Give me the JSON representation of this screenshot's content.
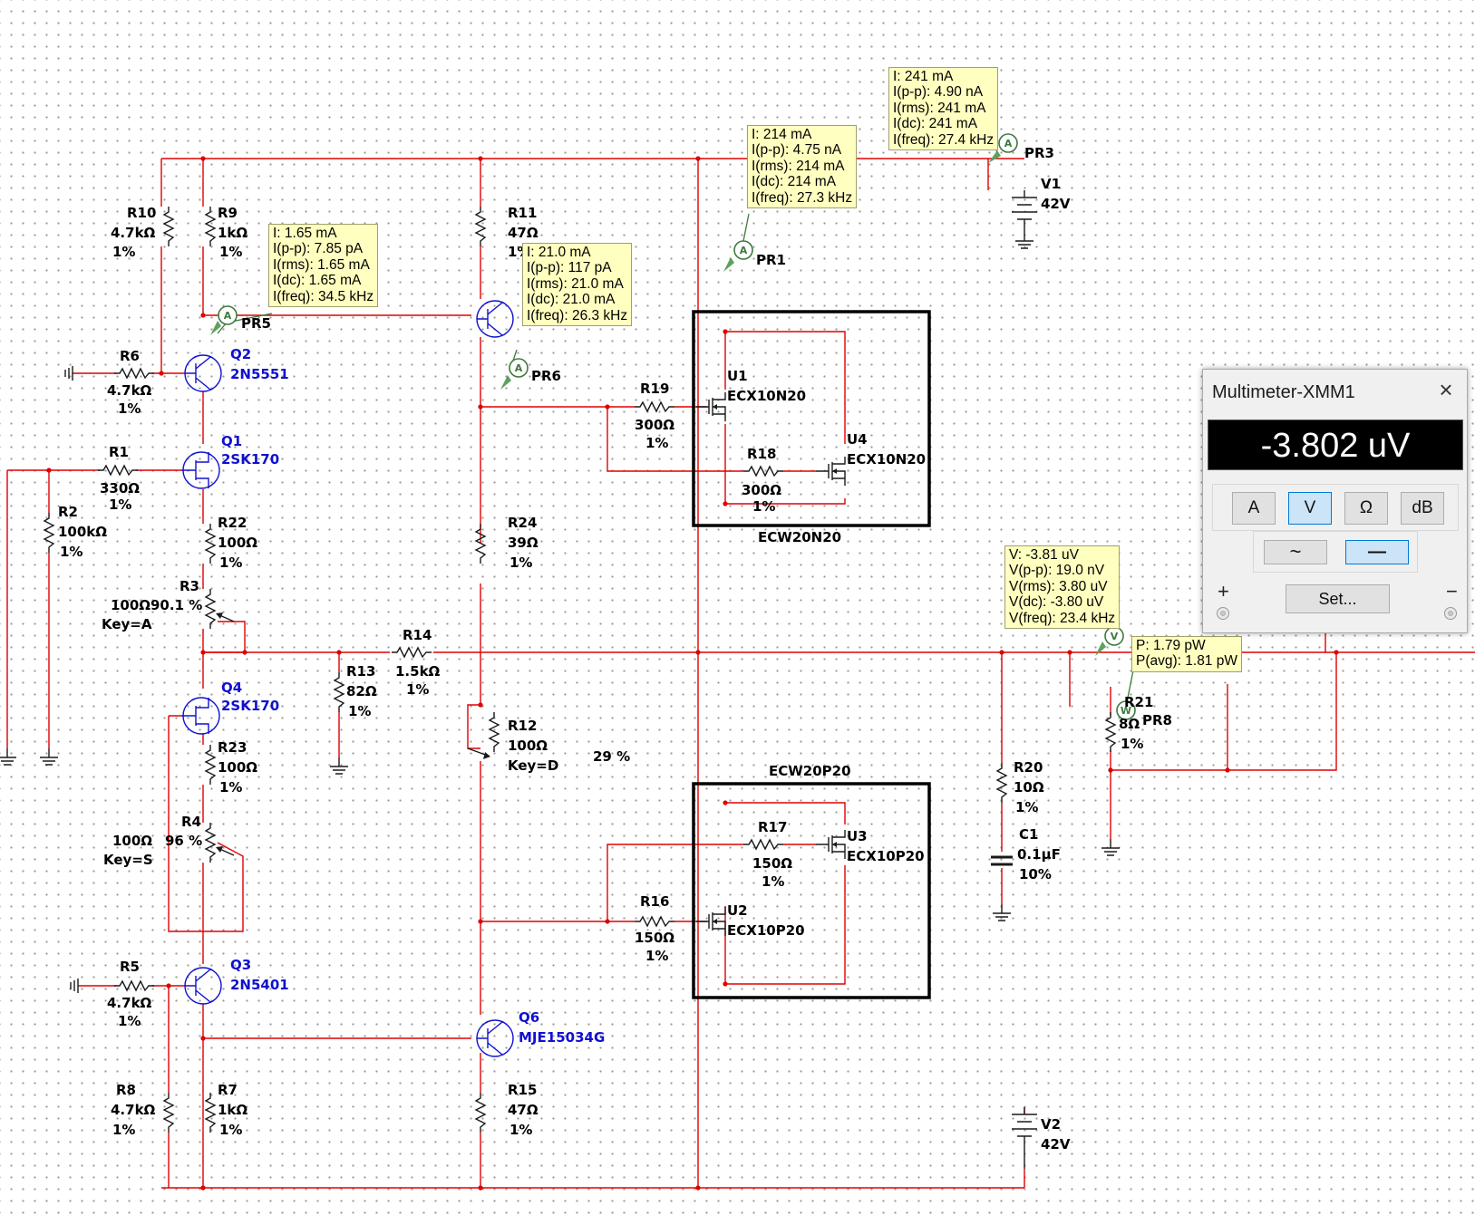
{
  "components": {
    "R10": {
      "ref": "R10",
      "value": "4.7kΩ",
      "tol": "1%"
    },
    "R9": {
      "ref": "R9",
      "value": "1kΩ",
      "tol": "1%"
    },
    "R11": {
      "ref": "R11",
      "value": "47Ω",
      "tol": "1%"
    },
    "R6": {
      "ref": "R6",
      "value": "4.7kΩ",
      "tol": "1%"
    },
    "R1": {
      "ref": "R1",
      "value": "330Ω",
      "tol": "1%"
    },
    "R2": {
      "ref": "R2",
      "value": "100kΩ",
      "tol": "1%"
    },
    "R22": {
      "ref": "R22",
      "value": "100Ω",
      "tol": "1%"
    },
    "R24": {
      "ref": "R24",
      "value": "39Ω",
      "tol": "1%"
    },
    "R3": {
      "ref": "R3",
      "value": "100Ω",
      "pct": "90.1 %",
      "key": "Key=A"
    },
    "R14": {
      "ref": "R14",
      "value": "1.5kΩ",
      "tol": "1%"
    },
    "R13": {
      "ref": "R13",
      "value": "82Ω",
      "tol": "1%"
    },
    "R12": {
      "ref": "R12",
      "value": "100Ω",
      "key": "Key=D",
      "pct": "29 %"
    },
    "R23": {
      "ref": "R23",
      "value": "100Ω",
      "tol": "1%"
    },
    "R4": {
      "ref": "R4",
      "value": "100Ω",
      "pct": "96 %",
      "key": "Key=S"
    },
    "R5": {
      "ref": "R5",
      "value": "4.7kΩ",
      "tol": "1%"
    },
    "R8": {
      "ref": "R8",
      "value": "4.7kΩ",
      "tol": "1%"
    },
    "R7": {
      "ref": "R7",
      "value": "1kΩ",
      "tol": "1%"
    },
    "R15": {
      "ref": "R15",
      "value": "47Ω",
      "tol": "1%"
    },
    "R19": {
      "ref": "R19",
      "value": "300Ω",
      "tol": "1%"
    },
    "R18": {
      "ref": "R18",
      "value": "300Ω",
      "tol": "1%"
    },
    "R17": {
      "ref": "R17",
      "value": "150Ω",
      "tol": "1%"
    },
    "R16": {
      "ref": "R16",
      "value": "150Ω",
      "tol": "1%"
    },
    "R20": {
      "ref": "R20",
      "value": "10Ω",
      "tol": "1%"
    },
    "C1": {
      "ref": "C1",
      "value": "0.1µF",
      "tol": "10%"
    },
    "R21": {
      "ref": "R21",
      "value": "8Ω",
      "tol": "1%"
    },
    "Q1": {
      "ref": "Q1",
      "part": "2SK170"
    },
    "Q2": {
      "ref": "Q2",
      "part": "2N5551"
    },
    "Q3": {
      "ref": "Q3",
      "part": "2N5401"
    },
    "Q4": {
      "ref": "Q4",
      "part": "2SK170"
    },
    "Q6": {
      "ref": "Q6",
      "part": "MJE15034G"
    },
    "U1": {
      "ref": "U1",
      "part": "ECX10N20"
    },
    "U2": {
      "ref": "U2",
      "part": "ECX10P20"
    },
    "U3": {
      "ref": "U3",
      "part": "ECX10P20"
    },
    "U4": {
      "ref": "U4",
      "part": "ECX10N20"
    },
    "V1": {
      "ref": "V1",
      "value": "42V"
    },
    "V2": {
      "ref": "V2",
      "value": "42V"
    },
    "box_top": "ECW20N20",
    "box_bottom": "ECW20P20"
  },
  "probes": {
    "PR1": {
      "name": "PR1",
      "letter": "A",
      "lines": [
        "I: 214 mA",
        "I(p-p): 4.75 nA",
        "I(rms): 214 mA",
        "I(dc): 214 mA",
        "I(freq): 27.3 kHz"
      ]
    },
    "PR3": {
      "name": "PR3",
      "letter": "A",
      "lines": [
        "I: 241 mA",
        "I(p-p): 4.90 nA",
        "I(rms): 241 mA",
        "I(dc): 241 mA",
        "I(freq): 27.4 kHz"
      ]
    },
    "PR5": {
      "name": "PR5",
      "letter": "A",
      "lines": [
        "I: 1.65 mA",
        "I(p-p): 7.85 pA",
        "I(rms): 1.65 mA",
        "I(dc): 1.65 mA",
        "I(freq): 34.5 kHz"
      ]
    },
    "PR6": {
      "name": "PR6",
      "letter": "A",
      "lines": [
        "I: 21.0 mA",
        "I(p-p): 117 pA",
        "I(rms): 21.0 mA",
        "I(dc): 21.0 mA",
        "I(freq): 26.3 kHz"
      ]
    },
    "PRV": {
      "letter": "V",
      "lines": [
        "V: -3.81 uV",
        "V(p-p): 19.0 nV",
        "V(rms): 3.80 uV",
        "V(dc): -3.80 uV",
        "V(freq): 23.4 kHz"
      ]
    },
    "PR8": {
      "name": "PR8",
      "letter": "W",
      "lines": [
        "P: 1.79 pW",
        "P(avg): 1.81 pW"
      ]
    }
  },
  "multimeter": {
    "title": "Multimeter-XMM1",
    "close": "×",
    "reading": "-3.802 uV",
    "modes": [
      "A",
      "V",
      "Ω",
      "dB"
    ],
    "selected_mode": "V",
    "ac_symbol": "~",
    "dc_symbol": "—",
    "selected_wave": "DC",
    "set_label": "Set...",
    "plus": "+",
    "minus": "−"
  },
  "colors": {
    "wire": "#e00000",
    "component": "#1a1a1a",
    "transistor": "#1010d0",
    "probe": "#3d7a3d",
    "tooltip": "#ffffc0"
  }
}
